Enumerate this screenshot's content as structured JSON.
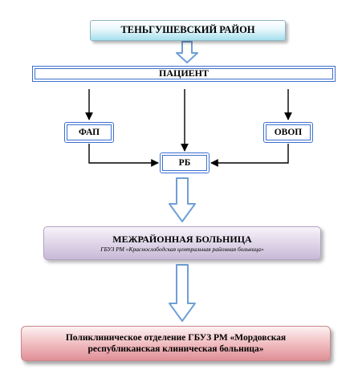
{
  "diagram": {
    "nodes": [
      {
        "id": "region",
        "label": "ТЕНЬГУШЕВСКИЙ РАЙОН"
      },
      {
        "id": "patient",
        "label": "ПАЦИЕНТ"
      },
      {
        "id": "fap",
        "label": "ФАП"
      },
      {
        "id": "ovop",
        "label": "ОВОП"
      },
      {
        "id": "rb",
        "label": "РБ"
      },
      {
        "id": "inter",
        "label": "МЕЖРАЙОННАЯ БОЛЬНИЦА",
        "sublabel": "ГБУЗ РМ «Краснослободская центральная районная больница»"
      },
      {
        "id": "poly",
        "label": "Поликлиническое отделение ГБУЗ РМ «Мордовская республиканская клиническая больница»"
      }
    ],
    "edges": [
      {
        "from": "region",
        "to": "patient",
        "style": "hollow-arrow"
      },
      {
        "from": "patient",
        "to": "fap",
        "style": "line-arrow"
      },
      {
        "from": "patient",
        "to": "rb",
        "style": "line-arrow"
      },
      {
        "from": "patient",
        "to": "ovop",
        "style": "line-arrow"
      },
      {
        "from": "fap",
        "to": "rb",
        "style": "line-arrow"
      },
      {
        "from": "ovop",
        "to": "rb",
        "style": "line-arrow"
      },
      {
        "from": "rb",
        "to": "inter",
        "style": "hollow-arrow"
      },
      {
        "from": "inter",
        "to": "poly",
        "style": "hollow-arrow"
      }
    ],
    "colors": {
      "hollow_arrow": "#6f9fd6",
      "double_border": "#3d6fd1",
      "line": "#000000"
    }
  }
}
